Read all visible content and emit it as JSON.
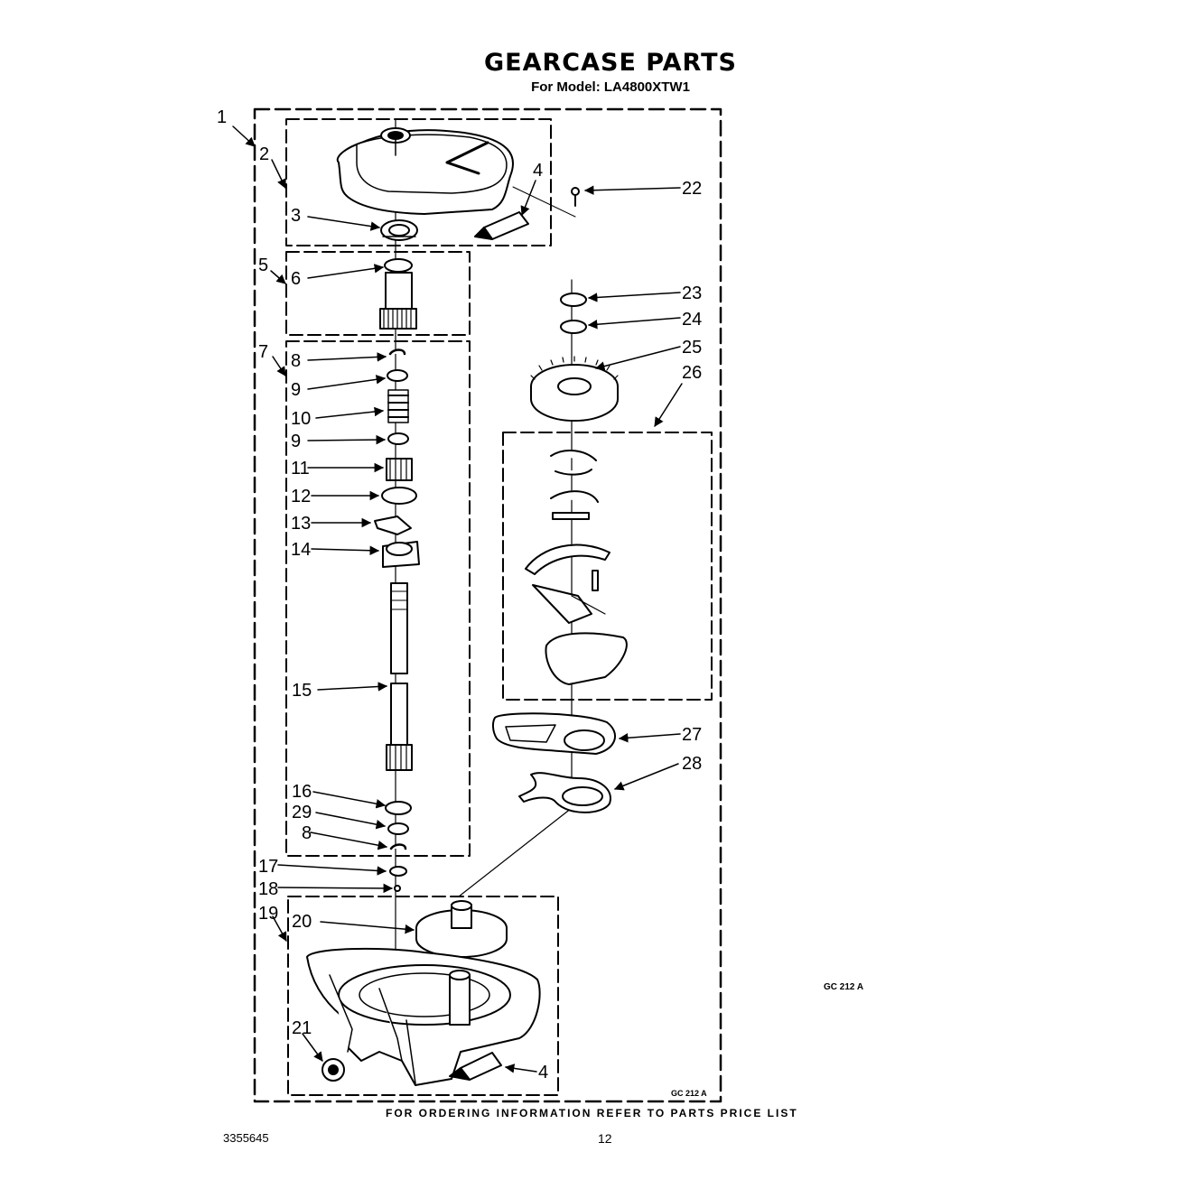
{
  "header": {
    "title": "GEARCASE PARTS",
    "subtitle": "For Model: LA4800XTW1"
  },
  "footer": {
    "ordering_note": "FOR ORDERING INFORMATION REFER TO PARTS PRICE LIST",
    "doc_number": "3355645",
    "page_number": "12",
    "diagram_code_side": "GC 212 A",
    "diagram_code_inner": "GC 212 A"
  },
  "callouts": [
    "1",
    "2",
    "3",
    "4",
    "22",
    "5",
    "6",
    "7",
    "23",
    "24",
    "25",
    "26",
    "8",
    "9",
    "10",
    "9",
    "11",
    "12",
    "13",
    "14",
    "15",
    "16",
    "29",
    "8",
    "17",
    "18",
    "19",
    "20",
    "27",
    "28",
    "21",
    "4"
  ]
}
